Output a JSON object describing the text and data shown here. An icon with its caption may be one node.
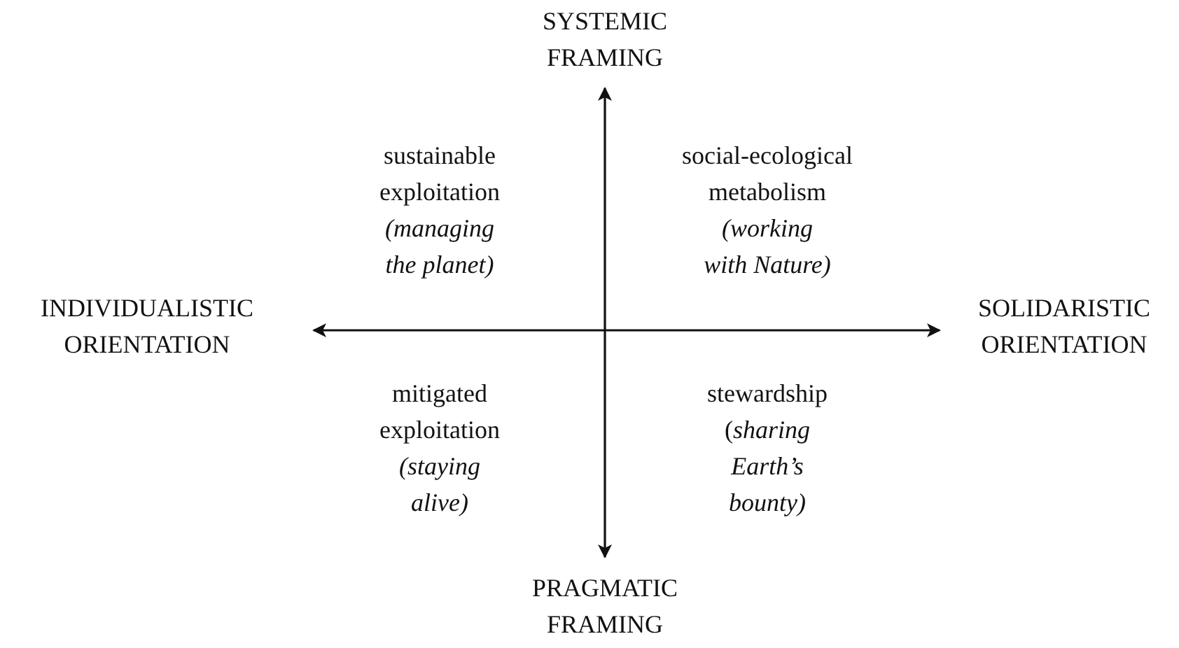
{
  "diagram": {
    "nodes": [
      {
        "text": [
          "SYSTEMIC FRAMING"
        ]
      },
      {
        "text": [
          "INDIVIDUALISTIC ORIENTATION"
        ]
      },
      {
        "text": [
          "SOLIDARISTIC ORIENTATION"
        ]
      },
      {
        "text": [
          "PRAGMATIC FRAMING"
        ]
      }
    ],
    "edges": [
      {
        "from": 0,
        "to": 3,
        "arrow": "both"
      },
      {
        "from": 1,
        "to": 2,
        "arrow": "both"
      }
    ],
    "labels": [
      "sustainable exploitation",
      "(managing the planet)",
      "social-ecological metabolism",
      "(working with Nature)",
      "mitigated exploitation",
      "(staying alive)",
      "stewardship",
      "(*sharing Earth’s bounty)*"
    ]
  }
}
